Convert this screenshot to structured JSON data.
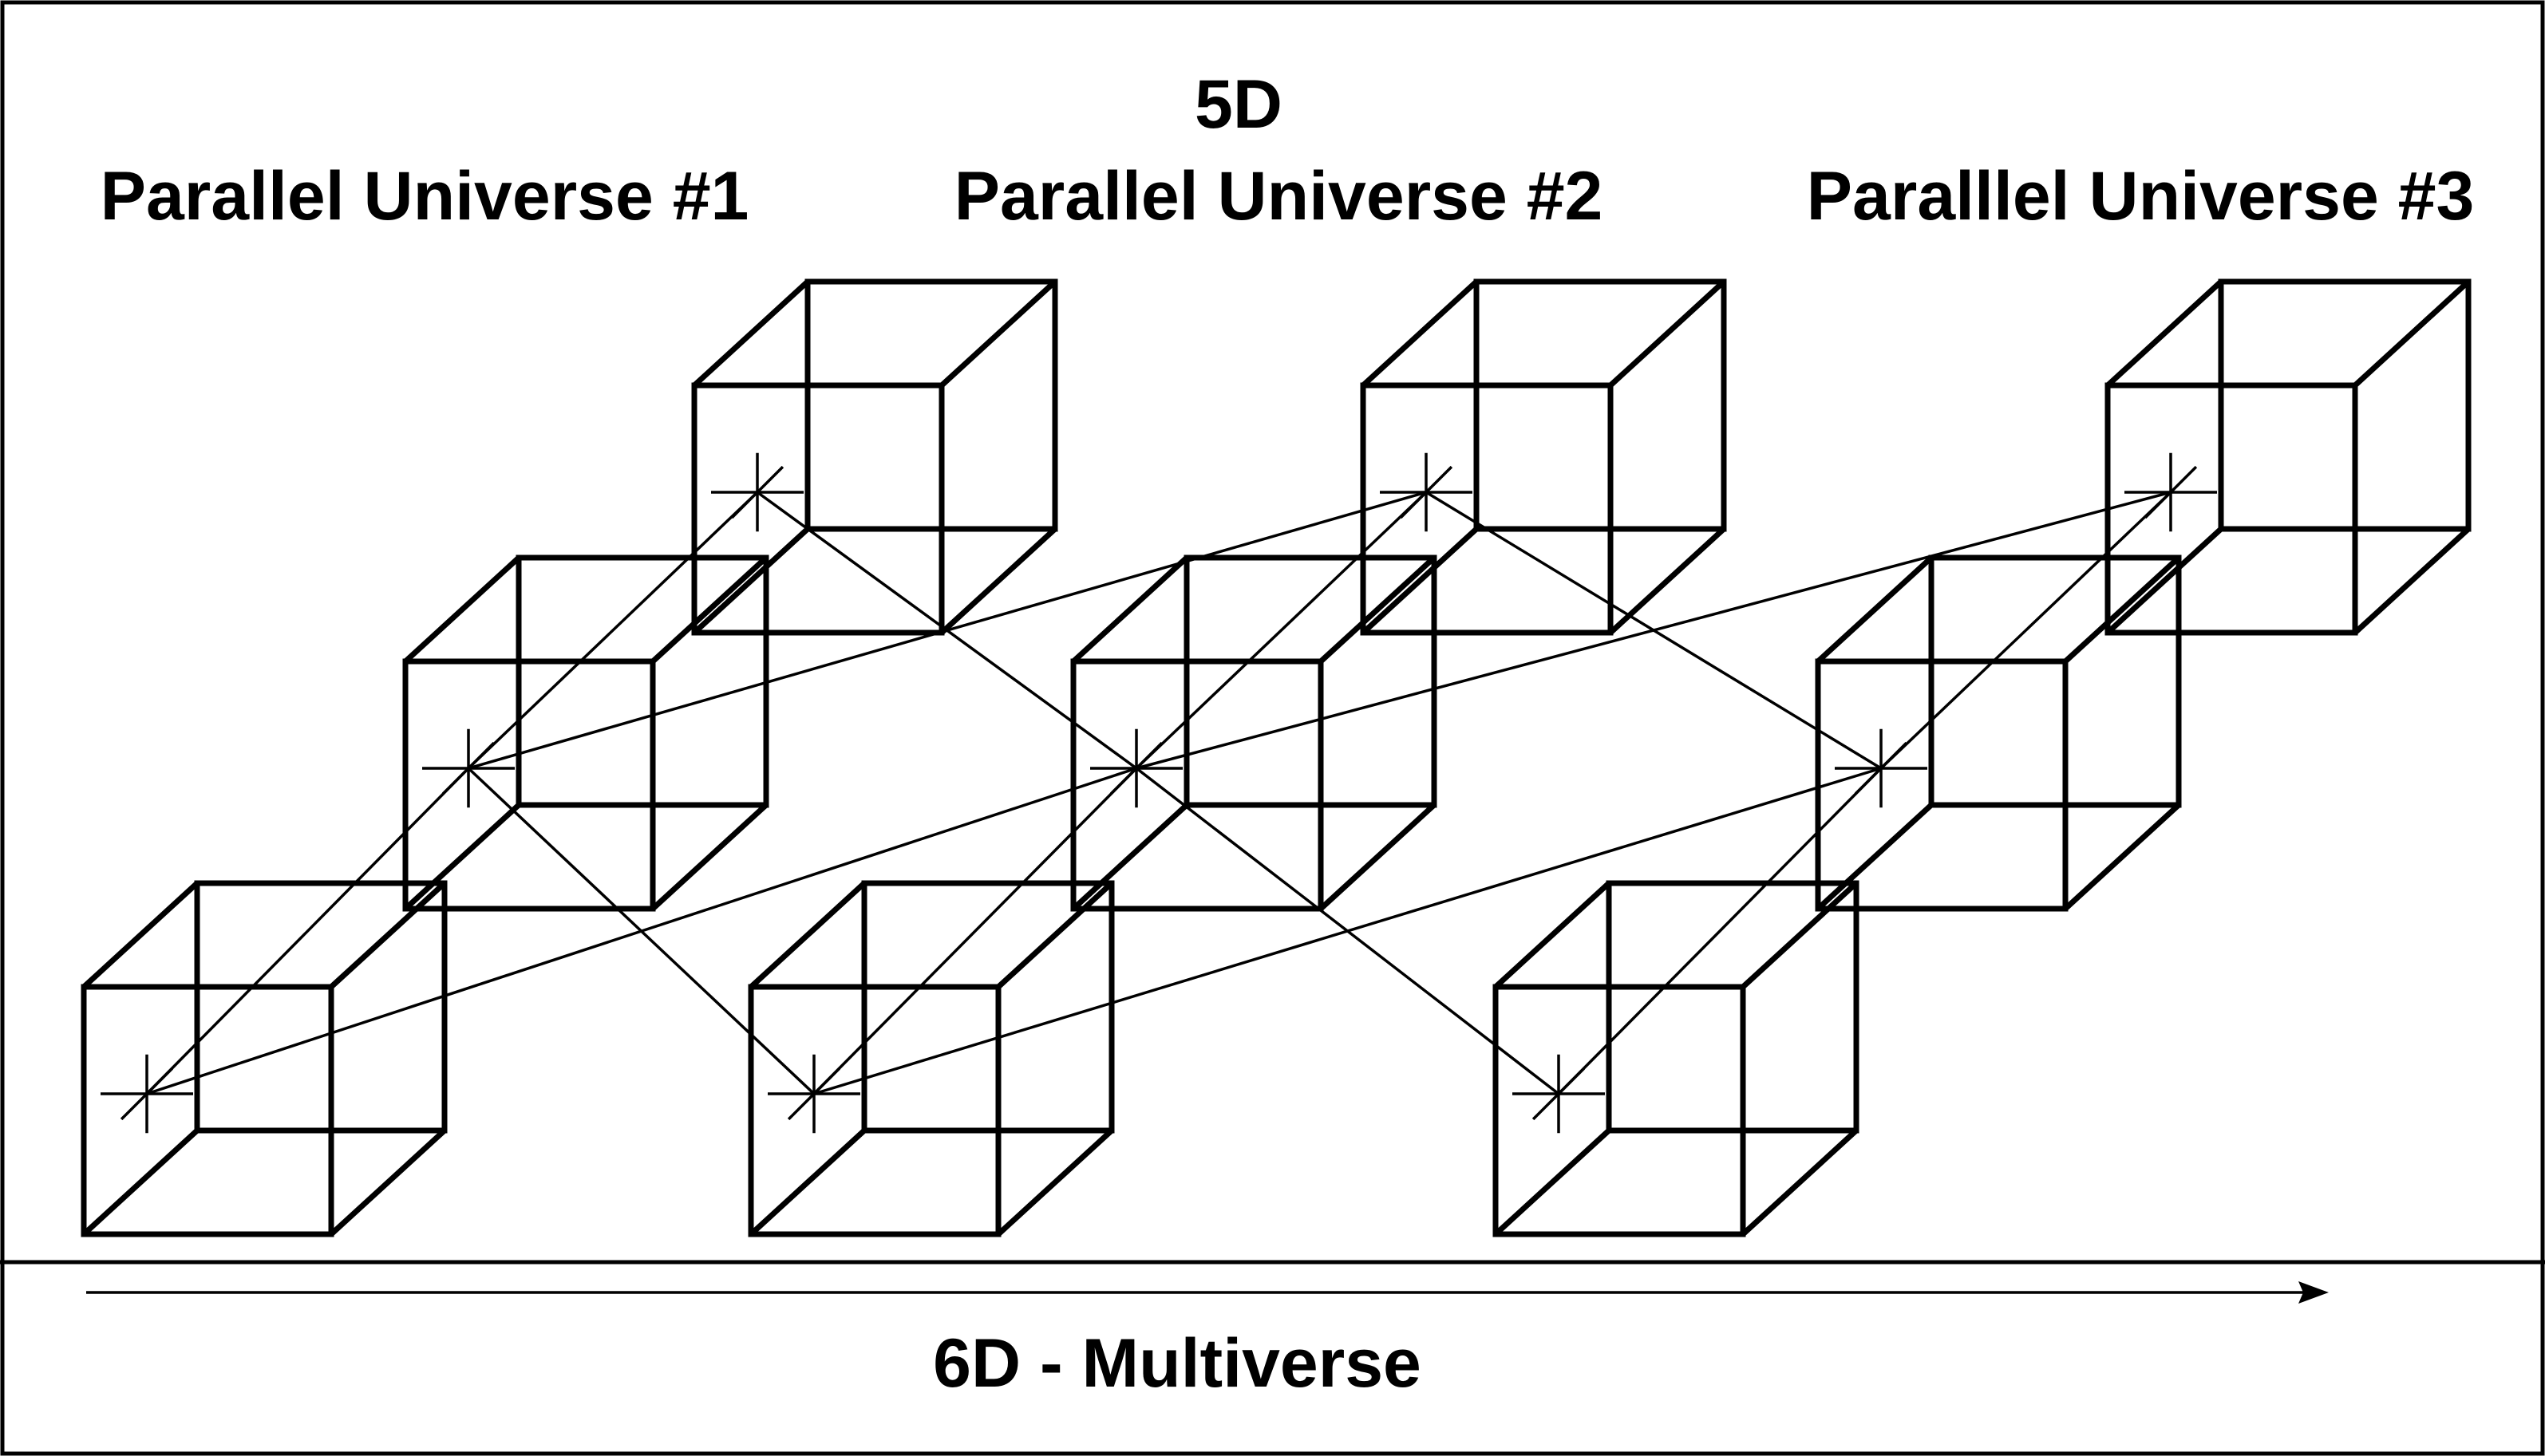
{
  "labels": {
    "dimension_5d": "5D",
    "universe_1": "Parallel Universe #1",
    "universe_2": "Parallel Universe #2",
    "universe_3": "Paralllel Universe #3",
    "multiverse_6d": "6D - Multiverse"
  },
  "colors": {
    "line": "#000000",
    "background": "#ffffff"
  },
  "universes": [
    {
      "name": "universe_1",
      "cube_count": 3
    },
    {
      "name": "universe_2",
      "cube_count": 3
    },
    {
      "name": "universe_3",
      "cube_count": 3
    }
  ]
}
